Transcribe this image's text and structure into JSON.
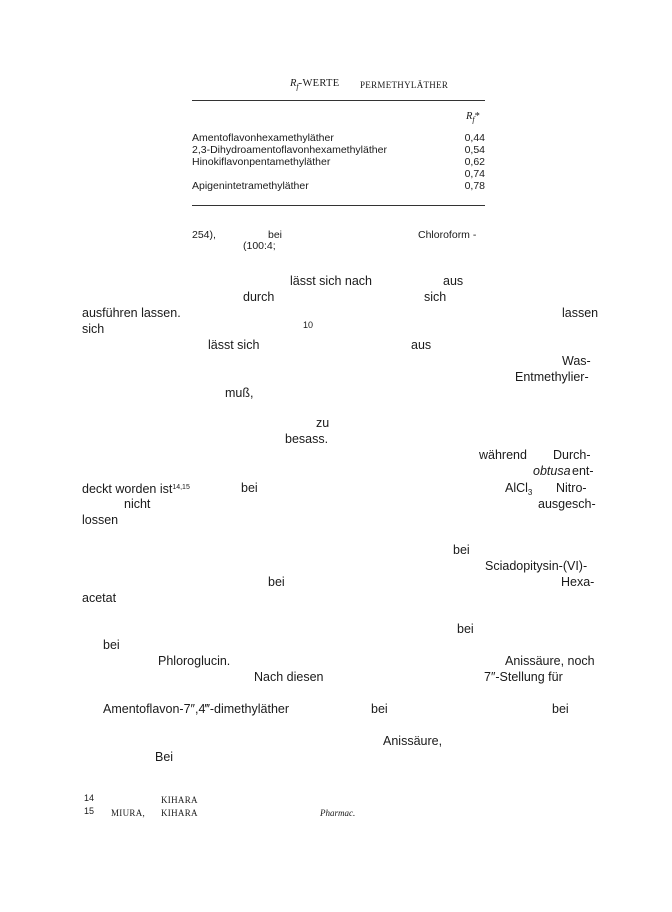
{
  "table": {
    "title_rf": "R",
    "title_rf_sub": "f",
    "title_dash": "-WERTE",
    "title_tail": "PERMETHYLÄTHER",
    "col_header": "R",
    "col_header_sub": "f",
    "col_header_mark": "*",
    "rows": [
      {
        "name": "Amentoflavonhexamethyläther",
        "value": "0,44"
      },
      {
        "name": "2,3-Dihydroamentoflavonhexamethyläther",
        "value": "0,54"
      },
      {
        "name": "Hinokiflavonpentamethyläther",
        "value": "0,62"
      },
      {
        "name": "",
        "value": "0,74"
      },
      {
        "name": "Apigenintetramethyläther",
        "value": "0,78"
      }
    ]
  },
  "footnote_table": {
    "ref": "254),",
    "bei": "bei",
    "chloroform": "Chloroform -",
    "ratio": "(100:4;"
  },
  "body": {
    "w_laesst_nach": "lässt sich nach",
    "w_aus1": "aus",
    "w_durch": "durch",
    "w_sich1": "sich",
    "w_ausfuehren": "ausführen lassen.",
    "w_lassen": "lassen",
    "w_sich2": "sich",
    "w_ref10": "10",
    "w_laesst2": "lässt sich",
    "w_aus2": "aus",
    "w_was": "Was-",
    "w_entmethylier": "Entmethylier-",
    "w_muss": "muß,",
    "w_zu": "zu",
    "w_besass": "besass.",
    "w_waehrend": "während",
    "w_durch2": "Durch-",
    "w_obtusa": "obtusa",
    "w_ent": "ent-",
    "w_deckt": "deckt worden ist",
    "w_ref1415": "14,15",
    "w_bei1": "bei",
    "w_alcl": "AlCl",
    "w_alcl_sub": "3",
    "w_nitro": "Nitro-",
    "w_nicht": "nicht",
    "w_ausgesch": "ausgesch-",
    "w_lossen": "lossen",
    "w_bei2": "bei",
    "w_sciadopitysin": "Sciadopitysin-(VI)-",
    "w_bei3": "bei",
    "w_hexa": "Hexa-",
    "w_acetat": "acetat",
    "w_bei4": "bei",
    "w_bei5": "bei",
    "w_phloroglucin": "Phloroglucin.",
    "w_anissaeure_noch": "Anissäure, noch",
    "w_nach_diesen": "Nach diesen",
    "w_7stellung": "7″-Stellung für",
    "w_amentoflavon": "Amentoflavon-7″,4‴-dimethyläther",
    "w_bei6": "bei",
    "w_bei7": "bei",
    "w_anissaeure2": "Anissäure,",
    "w_bei8": "Bei"
  },
  "footnotes": {
    "f14_num": "14",
    "f14_name": "KIHARA",
    "f15_num": "15",
    "f15_name1": "MIURA,",
    "f15_name2": "KIHARA",
    "f15_journal": "Pharmac."
  }
}
